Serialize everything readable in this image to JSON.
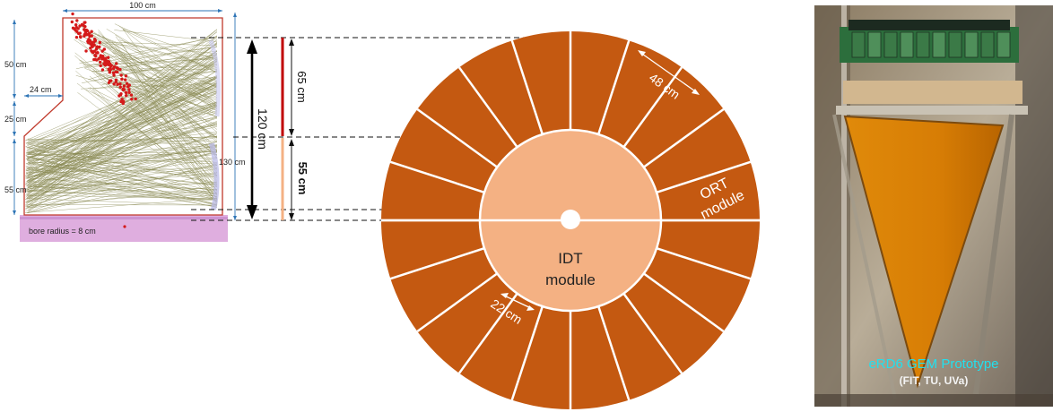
{
  "colors": {
    "ort_sector": "#c45911",
    "idt_disk": "#f4b183",
    "ort_line": "#c00000",
    "idt_line": "#f4b183",
    "tracks": "#8b8b55",
    "hits": "#d41a1a",
    "magnet": "#d9a0d9",
    "caption_title": "#22e0ee"
  },
  "side_view": {
    "dim_top": "100 cm",
    "dim_50": "50 cm",
    "dim_24": "24 cm",
    "dim_25": "25 cm",
    "dim_55": "55 cm",
    "dim_130": "130 cm",
    "bore_label": "bore radius = 8 cm"
  },
  "radial_dims": {
    "total": "120 cm",
    "ort_len": "65 cm",
    "idt_len": "55 cm"
  },
  "disk": {
    "n_sectors": 20,
    "ort_width": "48 cm",
    "idt_width": "22 cm",
    "ort_label_1": "ORT",
    "ort_label_2": "module",
    "idt_label_1": "IDT",
    "idt_label_2": "module"
  },
  "photo": {
    "caption_title": "eRD6 GEM Prototype",
    "caption_sub": "(FIT, TU, UVa)"
  }
}
